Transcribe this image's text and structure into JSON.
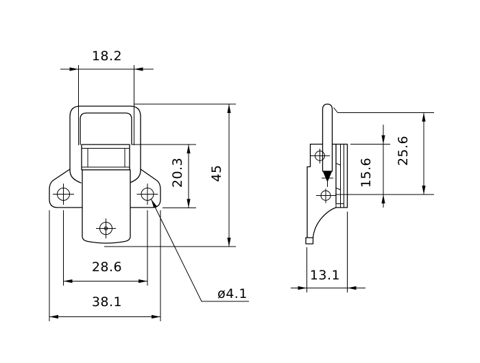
{
  "drawing": {
    "description": "Toggle draw latch technical drawing, front view and side view",
    "background_color": "#ffffff",
    "line_color": "#000000",
    "front_view": {
      "dims": {
        "loop_width": "18.2",
        "housing_to_base_height": "20.3",
        "overall_height": "45",
        "hole_spacing": "28.6",
        "base_width": "38.1",
        "hole_diameter": "ø4.1"
      }
    },
    "side_view": {
      "dims": {
        "top_to_hole_height": "15.6",
        "overall_height": "25.6",
        "base_depth": "13.1"
      }
    }
  }
}
